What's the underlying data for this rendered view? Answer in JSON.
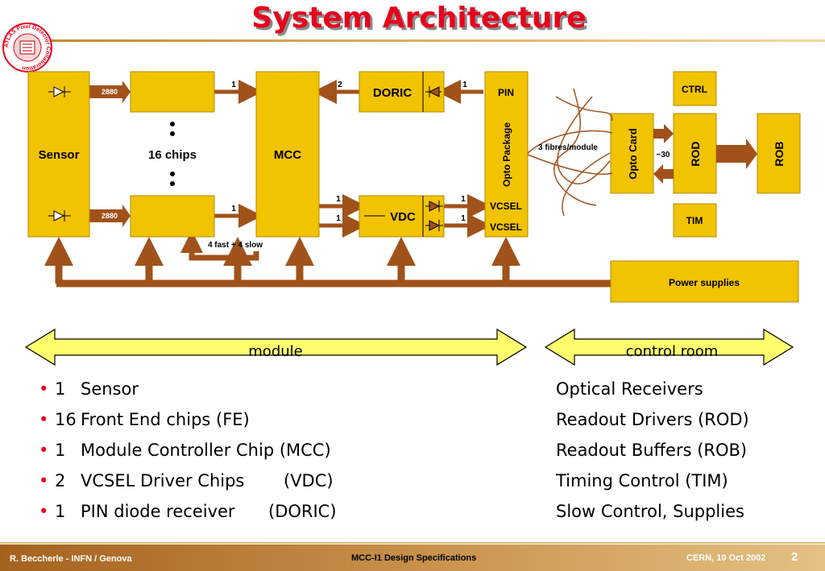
{
  "slide": {
    "title": "System Architecture",
    "logo_text": "ATLAS Pixel Detector Collaboration"
  },
  "diagram": {
    "blocks": {
      "sensor": "Sensor",
      "chips": "16 chips",
      "mcc": "MCC",
      "doric": "DORIC",
      "vdc": "VDC",
      "pin": "PIN",
      "opto_package": "Opto Package",
      "vcsel_1": "VCSEL",
      "vcsel_2": "VCSEL",
      "opto_card": "Opto Card",
      "ctrl": "CTRL",
      "rod": "ROD",
      "rob": "ROB",
      "tim": "TIM",
      "power_supplies": "Power supplies"
    },
    "labels": {
      "sensor_top_count": "2880",
      "sensor_bottom_count": "2880",
      "fe_top_to_mcc": "1",
      "fe_bottom_to_mcc": "1",
      "doric_to_mcc": "2",
      "pin_to_doric": "1",
      "mcc_to_vdc_1": "1",
      "mcc_to_vdc_2": "1",
      "vdc_to_vcsel_1": "1",
      "vdc_to_vcsel_2": "1",
      "fe_bus": "4 fast + 4 slow",
      "fibres": "3 fibres/module",
      "rod_link": "~30"
    }
  },
  "scopes": {
    "module": "module",
    "control_room": "control room"
  },
  "module_list": [
    {
      "count": "1",
      "text": "Sensor"
    },
    {
      "count": "16",
      "text": "Front End chips (FE)"
    },
    {
      "count": "1",
      "text": "Module Controller Chip (MCC)"
    },
    {
      "count": "2",
      "text": "VCSEL Driver Chips",
      "abbr": "(VDC)"
    },
    {
      "count": "1",
      "text": "PIN diode receiver",
      "abbr": "(DORIC)"
    }
  ],
  "control_room_list": [
    "Optical Receivers",
    "Readout Drivers (ROD)",
    "Readout Buffers (ROB)",
    "Timing Control (TIM)",
    "Slow Control, Supplies"
  ],
  "footer": {
    "author": "R. Beccherle - INFN / Genova",
    "title": "MCC-I1 Design Specifications",
    "date": "CERN, 10 Oct 2002",
    "page": "2"
  },
  "colors": {
    "block_fill": "#f2c300",
    "block_stroke": "#b08b00",
    "arrow": "#a0521a",
    "title": "#e8001c",
    "scope_arrow": "#ffff6e"
  }
}
